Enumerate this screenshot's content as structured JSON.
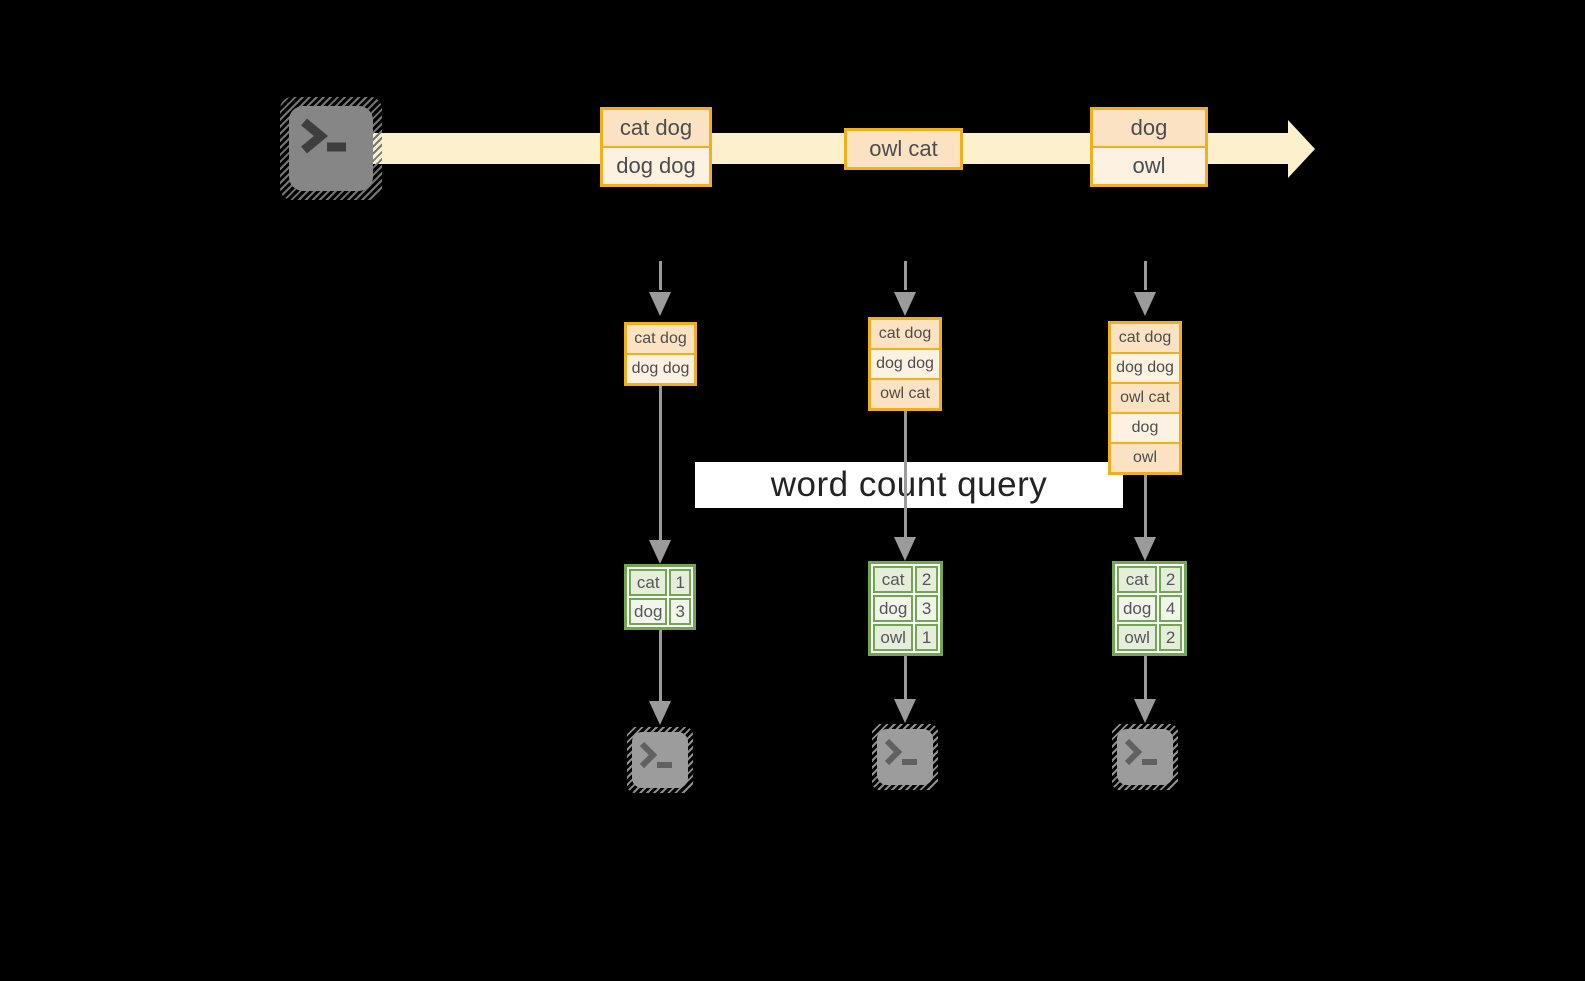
{
  "banner": {
    "label": "word count query"
  },
  "stream": {
    "description_icons": {
      "source": "terminal-icon"
    },
    "batches": [
      [
        "cat dog",
        "dog dog"
      ],
      [
        "owl cat"
      ],
      [
        "dog",
        "owl"
      ]
    ]
  },
  "columns": [
    {
      "buffer": [
        "cat dog",
        "dog dog"
      ],
      "counts": [
        {
          "word": "cat",
          "count": 1
        },
        {
          "word": "dog",
          "count": 3
        }
      ]
    },
    {
      "buffer": [
        "cat dog",
        "dog dog",
        "owl cat"
      ],
      "counts": [
        {
          "word": "cat",
          "count": 2
        },
        {
          "word": "dog",
          "count": 3
        },
        {
          "word": "owl",
          "count": 1
        }
      ]
    },
    {
      "buffer": [
        "cat dog",
        "dog dog",
        "owl cat",
        "dog",
        "owl"
      ],
      "counts": [
        {
          "word": "cat",
          "count": 2
        },
        {
          "word": "dog",
          "count": 4
        },
        {
          "word": "owl",
          "count": 2
        }
      ]
    }
  ],
  "icons": {
    "source": "terminal-icon",
    "sinks": [
      "terminal-icon",
      "terminal-icon",
      "terminal-icon"
    ]
  },
  "colors": {
    "background": "#000000",
    "stream_band": "#fcf0cd",
    "batch_border": "#f0b01e",
    "batch_fill_dark": "#fbe2c2",
    "batch_fill_light": "#fdf2e2",
    "batch_text": "#4d4d4d",
    "count_border": "#70a84f",
    "count_fill_a": "#e4eeda",
    "count_fill_b": "#f1f6ed",
    "count_text": "#565656",
    "arrow_gray": "#9b9b9b",
    "banner_bg": "#ffffff",
    "banner_text": "#232323",
    "terminal_gray": "#8a8a8a"
  }
}
